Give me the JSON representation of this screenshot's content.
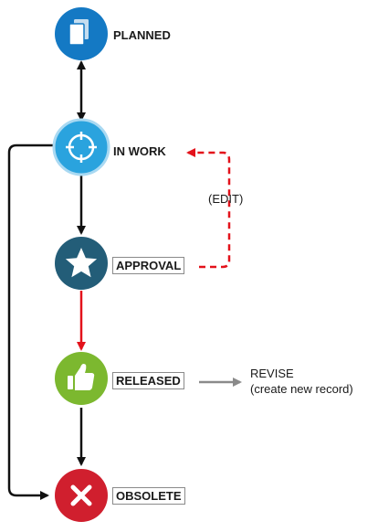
{
  "states": {
    "planned": {
      "label": "PLANNED",
      "color": "#1479c4",
      "icon": "document-icon"
    },
    "in_work": {
      "label": "IN WORK",
      "color": "#2aa3de",
      "icon": "crosshair-icon"
    },
    "approval": {
      "label": "APPROVAL",
      "color": "#235d78",
      "icon": "star-icon"
    },
    "released": {
      "label": "RELEASED",
      "color": "#7cb82f",
      "icon": "thumbs-up-icon"
    },
    "obsolete": {
      "label": "OBSOLETE",
      "color": "#d01f2e",
      "icon": "x-icon"
    }
  },
  "annotations": {
    "edit": "(EDIT)",
    "revise_line1": "REVISE",
    "revise_line2": "(create new record)"
  },
  "colors": {
    "arrow_black": "#111111",
    "arrow_red": "#e3121b",
    "arrow_gray": "#8a8a8a"
  }
}
